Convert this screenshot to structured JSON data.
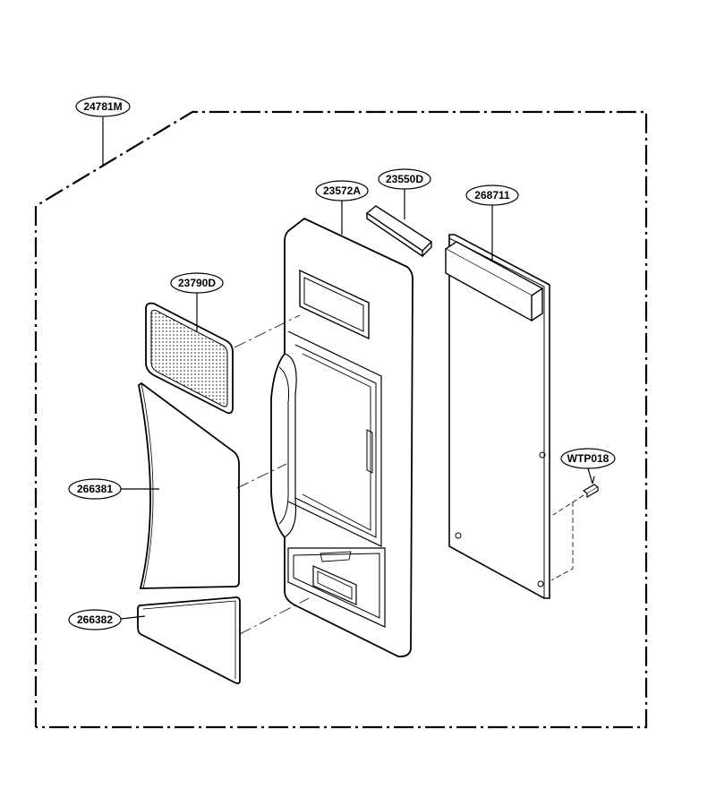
{
  "callouts": {
    "assembly": "24781M",
    "control_panel_frame": "23572A",
    "window_film": "23550D",
    "pcb_board": "268711",
    "display_window": "23790D",
    "membrane_sheet_upper": "266381",
    "membrane_sheet_lower": "266382",
    "screw": "WTP018"
  },
  "colors": {
    "line": "#000000",
    "window_fill": "#cfcfcf",
    "background": "#ffffff"
  }
}
